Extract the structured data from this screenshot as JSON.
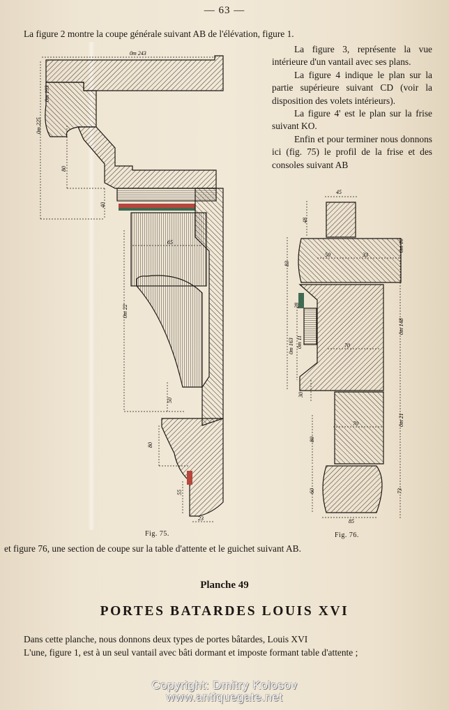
{
  "page_number": "— 63 —",
  "intro_line": "La figure 2 montre la coupe générale suivant AB de l'élévation, figure 1.",
  "right_column": {
    "p1": "La figure 3, représente la vue intérieure d'un vantail avec ses plans.",
    "p2": "La figure 4 indique le plan sur la partie supérieure suivant CD (voir la disposition des volets intérieurs).",
    "p3": "La figure 4' est le plan sur la frise suivant KO.",
    "p4": "Enfin et pour terminer nous donnons ici (fig. 75) le profil de la frise et des consoles suivant AB"
  },
  "fig75": {
    "caption": "Fig. 75.",
    "dims": {
      "top_width": "0m 243",
      "d193": "0m 193",
      "d225": "0m 225",
      "d80_upper": "80",
      "d40": "40",
      "d65": "65",
      "d22": "0m 22",
      "d50": "50",
      "d80_lower": "80",
      "d55": "55",
      "d23": "23"
    }
  },
  "fig76": {
    "caption": "Fig. 76.",
    "dims": {
      "d45": "45",
      "d48": "48",
      "d50": "50",
      "d33": "33",
      "d70a": "70",
      "d83": "83",
      "d28": "28",
      "d163": "0m 163",
      "d11": "0m 11",
      "d30": "30",
      "d10": "0m 10",
      "d148": "0m 148",
      "d80": "80",
      "d21": "0m 21",
      "d70b": "70",
      "d60": "60",
      "d73": "73",
      "d85": "85"
    }
  },
  "after_figures": "et figure 76, une section de coupe sur la table d'attente et le guichet suivant AB.",
  "plate": "Planche 49",
  "title": "PORTES BATARDES LOUIS XVI",
  "body": {
    "line1": "Dans cette planche, nous donnons deux types de portes bâtardes, Louis XVI",
    "line2": "L'une, figure 1, est à un seul vantail avec bâti dormant et imposte formant table d'attente ;"
  },
  "watermark": {
    "line1": "Copyright: Dmitry Kolosov",
    "line2": "www.antiquegate.net"
  },
  "colors": {
    "paper": "#efe5d3",
    "ink": "#1b1713",
    "hatch": "#3a322b",
    "accent_red": "#b7463d",
    "accent_green": "#3f6b52"
  }
}
